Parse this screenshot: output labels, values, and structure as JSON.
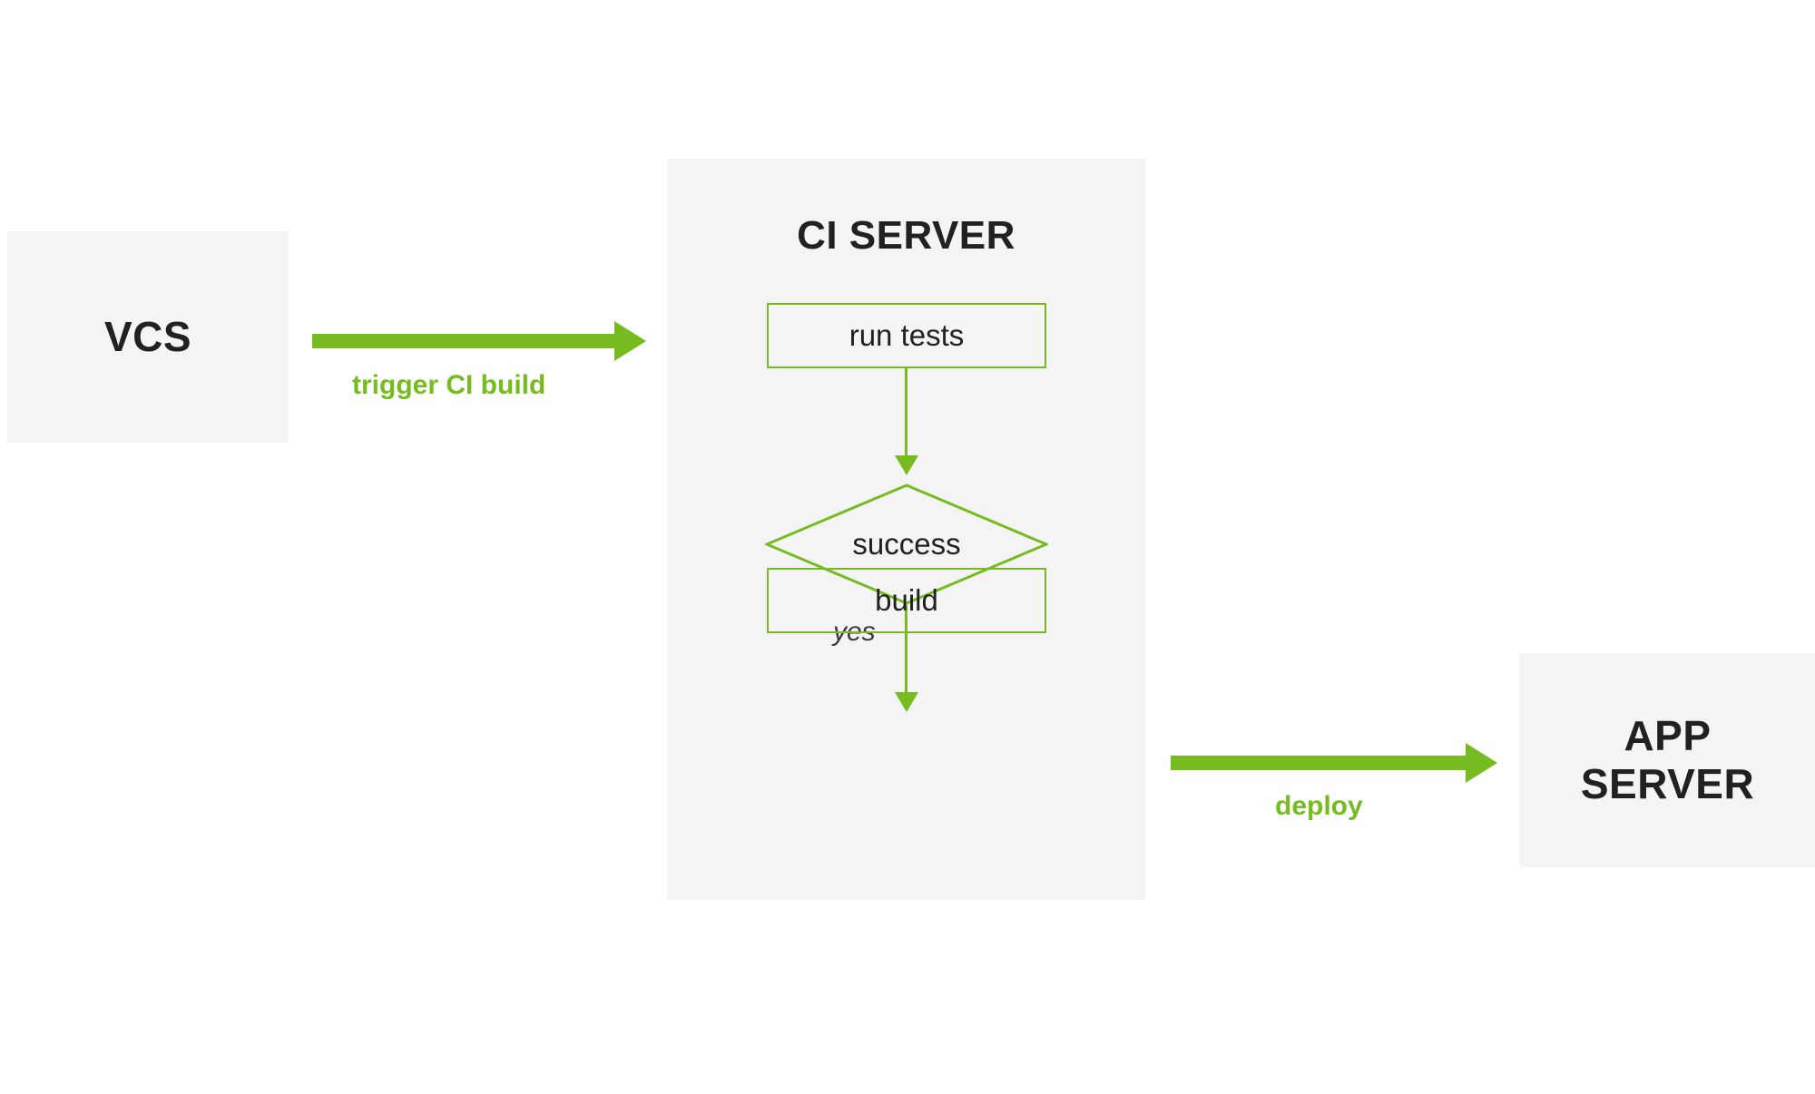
{
  "diagram": {
    "title": "CI/CD pipeline flow",
    "colors": {
      "accent_green": "#76bc21",
      "box_fill": "#f4f4f4",
      "text_dark": "#212121",
      "background": "#ffffff"
    },
    "nodes": {
      "vcs": {
        "label": "VCS"
      },
      "ci_server": {
        "title": "CI SERVER",
        "steps": [
          {
            "id": "run-tests",
            "label": "run tests",
            "shape": "rectangle"
          },
          {
            "id": "success",
            "label": "success",
            "shape": "diamond"
          },
          {
            "id": "build",
            "label": "build",
            "shape": "rectangle"
          }
        ],
        "branch_label": "yes"
      },
      "app_server": {
        "label": "APP\nSERVER"
      }
    },
    "edges": [
      {
        "id": "trigger",
        "from": "vcs",
        "to": "ci_server",
        "label": "trigger CI build"
      },
      {
        "id": "deploy",
        "from": "ci_server",
        "to": "app_server",
        "label": "deploy"
      }
    ]
  }
}
